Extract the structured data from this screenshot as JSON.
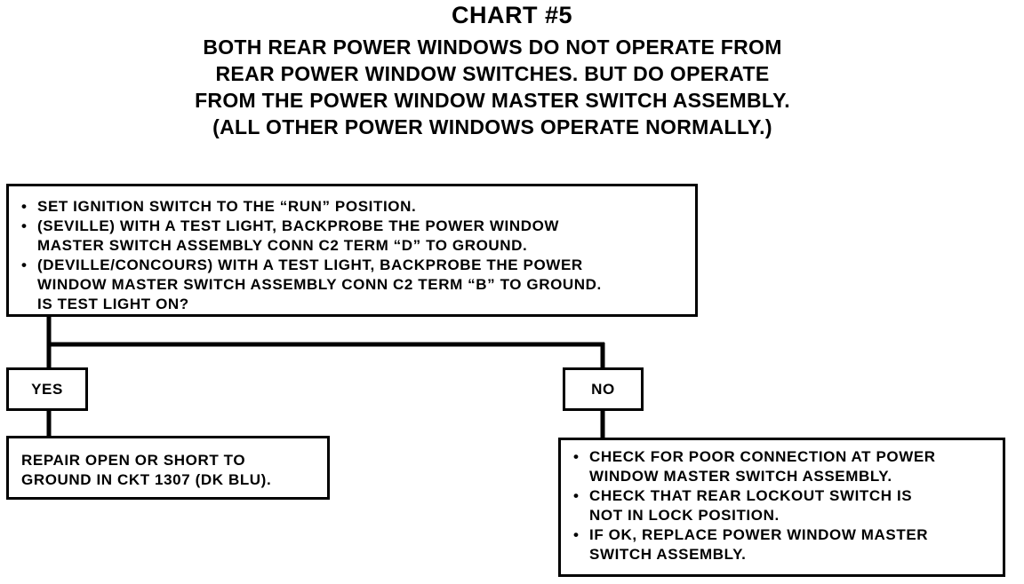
{
  "chart": {
    "title": "CHART #5",
    "subtitle_lines": [
      "BOTH REAR POWER WINDOWS DO NOT OPERATE FROM",
      "REAR POWER WINDOW SWITCHES. BUT DO OPERATE",
      "FROM THE POWER WINDOW MASTER SWITCH ASSEMBLY.",
      "(ALL OTHER POWER WINDOWS OPERATE NORMALLY.)"
    ]
  },
  "step1": {
    "bullets": [
      "SET IGNITION SWITCH TO THE “RUN” POSITION.",
      "(SEVILLE) WITH A TEST LIGHT, BACKPROBE THE POWER WINDOW\nMASTER SWITCH ASSEMBLY CONN C2 TERM “D” TO GROUND.",
      "(DEVILLE/CONCOURS) WITH A TEST LIGHT, BACKPROBE THE POWER\nWINDOW MASTER SWITCH ASSEMBLY CONN C2 TERM “B” TO GROUND.\nIS TEST LIGHT ON?"
    ]
  },
  "branches": {
    "yes_label": "YES",
    "no_label": "NO"
  },
  "yes_result": {
    "lines": [
      "REPAIR OPEN OR SHORT TO",
      "GROUND IN CKT 1307 (DK BLU)."
    ]
  },
  "no_result": {
    "bullets": [
      "CHECK FOR POOR CONNECTION AT POWER\nWINDOW MASTER SWITCH ASSEMBLY.",
      "CHECK THAT REAR LOCKOUT SWITCH IS\nNOT IN LOCK POSITION.",
      "IF OK, REPLACE POWER WINDOW MASTER\nSWITCH ASSEMBLY."
    ]
  }
}
